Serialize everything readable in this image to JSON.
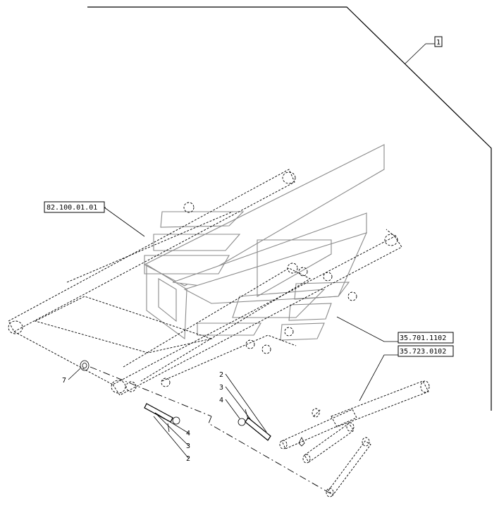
{
  "figure_ref": "1",
  "part_refs": {
    "boom": "82.100.01.01",
    "cylinder_a": "35.701.1102",
    "cylinder_b": "35.723.0102"
  },
  "item_numbers": {
    "bushing_left": "7",
    "mid_4": "4",
    "mid_3": "3",
    "mid_2": "2",
    "right_2": "2",
    "right_3": "3",
    "right_4": "4"
  }
}
